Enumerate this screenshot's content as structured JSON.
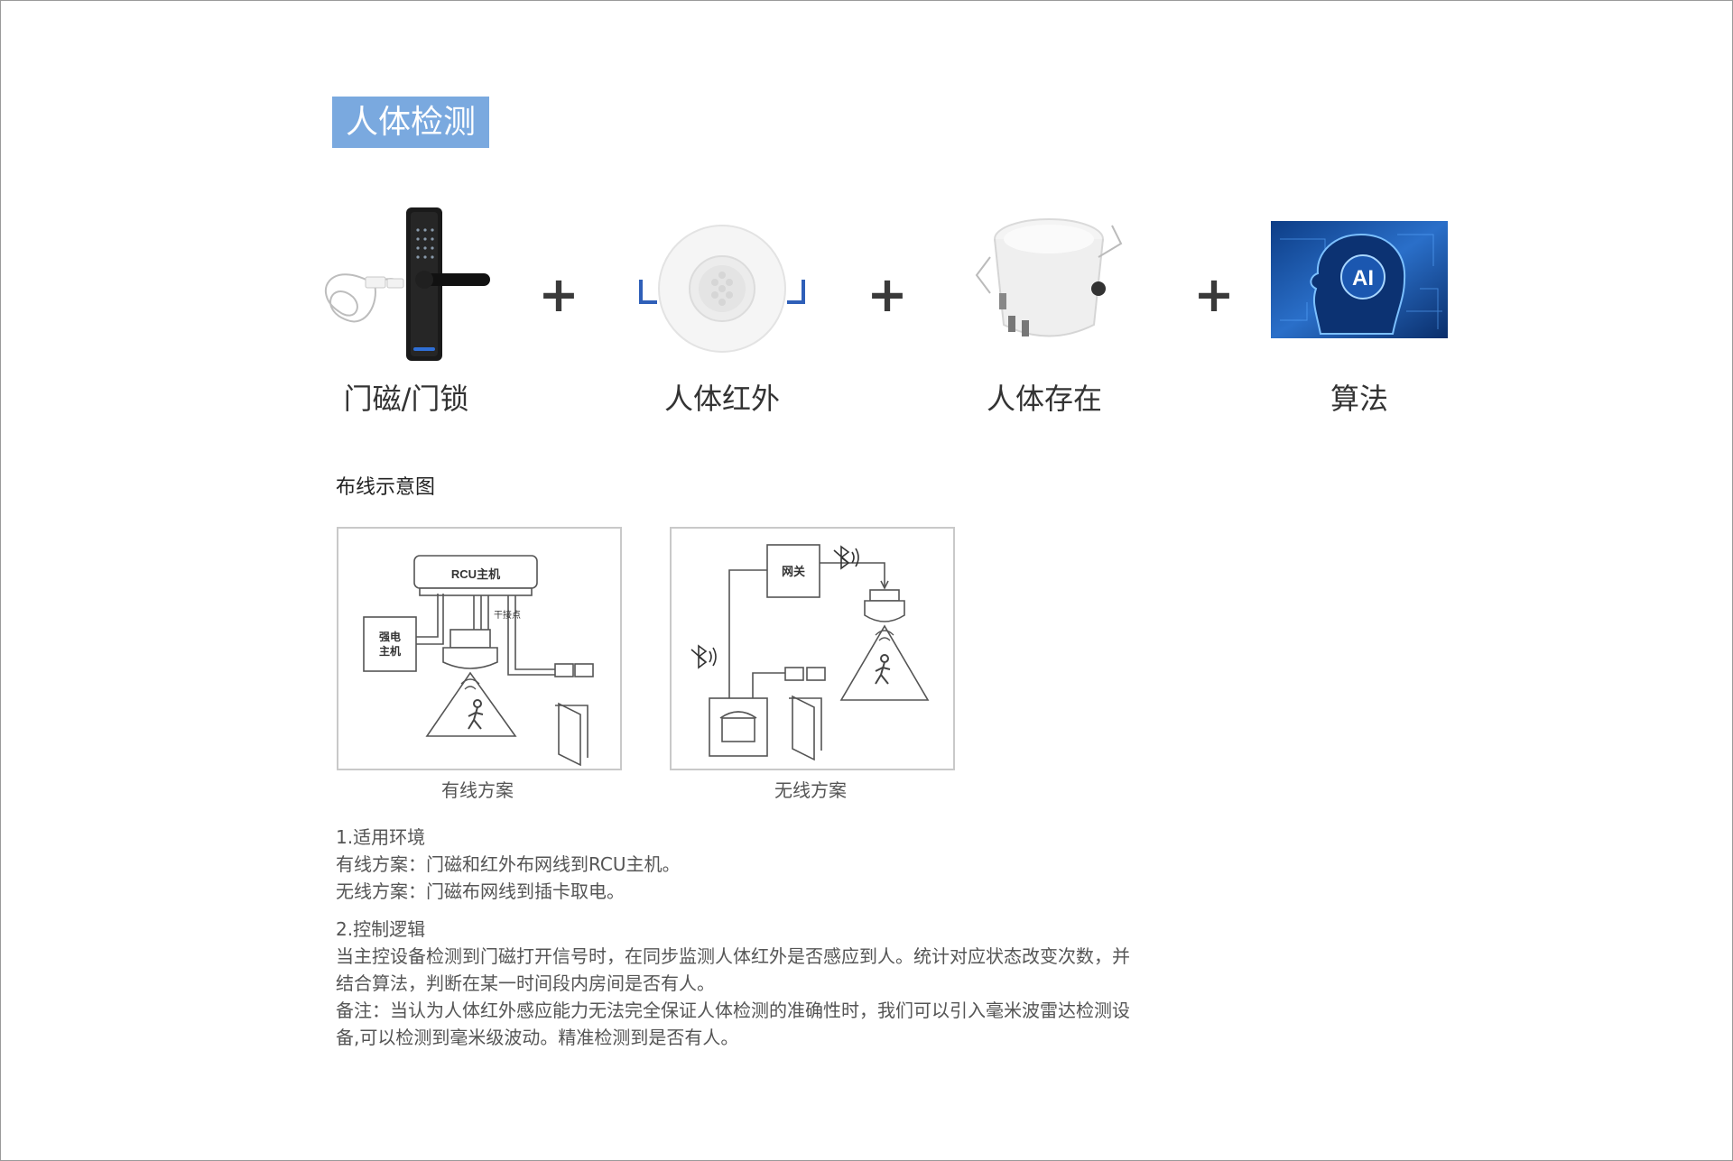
{
  "header": {
    "title": "人体检测"
  },
  "products": [
    {
      "label": "门磁/门锁",
      "icon": "door-lock-icon"
    },
    {
      "label": "人体红外",
      "icon": "pir-sensor-icon"
    },
    {
      "label": "人体存在",
      "icon": "presence-sensor-icon"
    },
    {
      "label": "算法",
      "icon": "ai-brain-icon",
      "badge": "AI"
    }
  ],
  "plus_sign": "+",
  "wiring": {
    "heading": "布线示意图",
    "wired": {
      "caption": "有线方案",
      "rcu_label": "RCU主机",
      "dry_contact": "干接点",
      "power_line1": "强电",
      "power_line2": "主机"
    },
    "wireless": {
      "caption": "无线方案",
      "gateway_label": "网关"
    }
  },
  "notes": {
    "env_title": "1.适用环境",
    "env_line1": "有线方案：门磁和红外布网线到RCU主机。",
    "env_line2": "无线方案：门磁布网线到插卡取电。",
    "logic_title": "2.控制逻辑",
    "logic_line1": "当主控设备检测到门磁打开信号时，在同步监测人体红外是否感应到人。统计对应状态改变次数，并",
    "logic_line2": "结合算法，判断在某一时间段内房间是否有人。",
    "logic_line3": "备注：当认为人体红外感应能力无法完全保证人体检测的准确性时，我们可以引入毫米波雷达检测设",
    "logic_line4": "备,可以检测到毫米级波动。精准检测到是否有人。"
  },
  "colors": {
    "title_chip": "#7aa9df",
    "ai_bg": "#1f5aa8",
    "border": "#c9c9c9"
  }
}
